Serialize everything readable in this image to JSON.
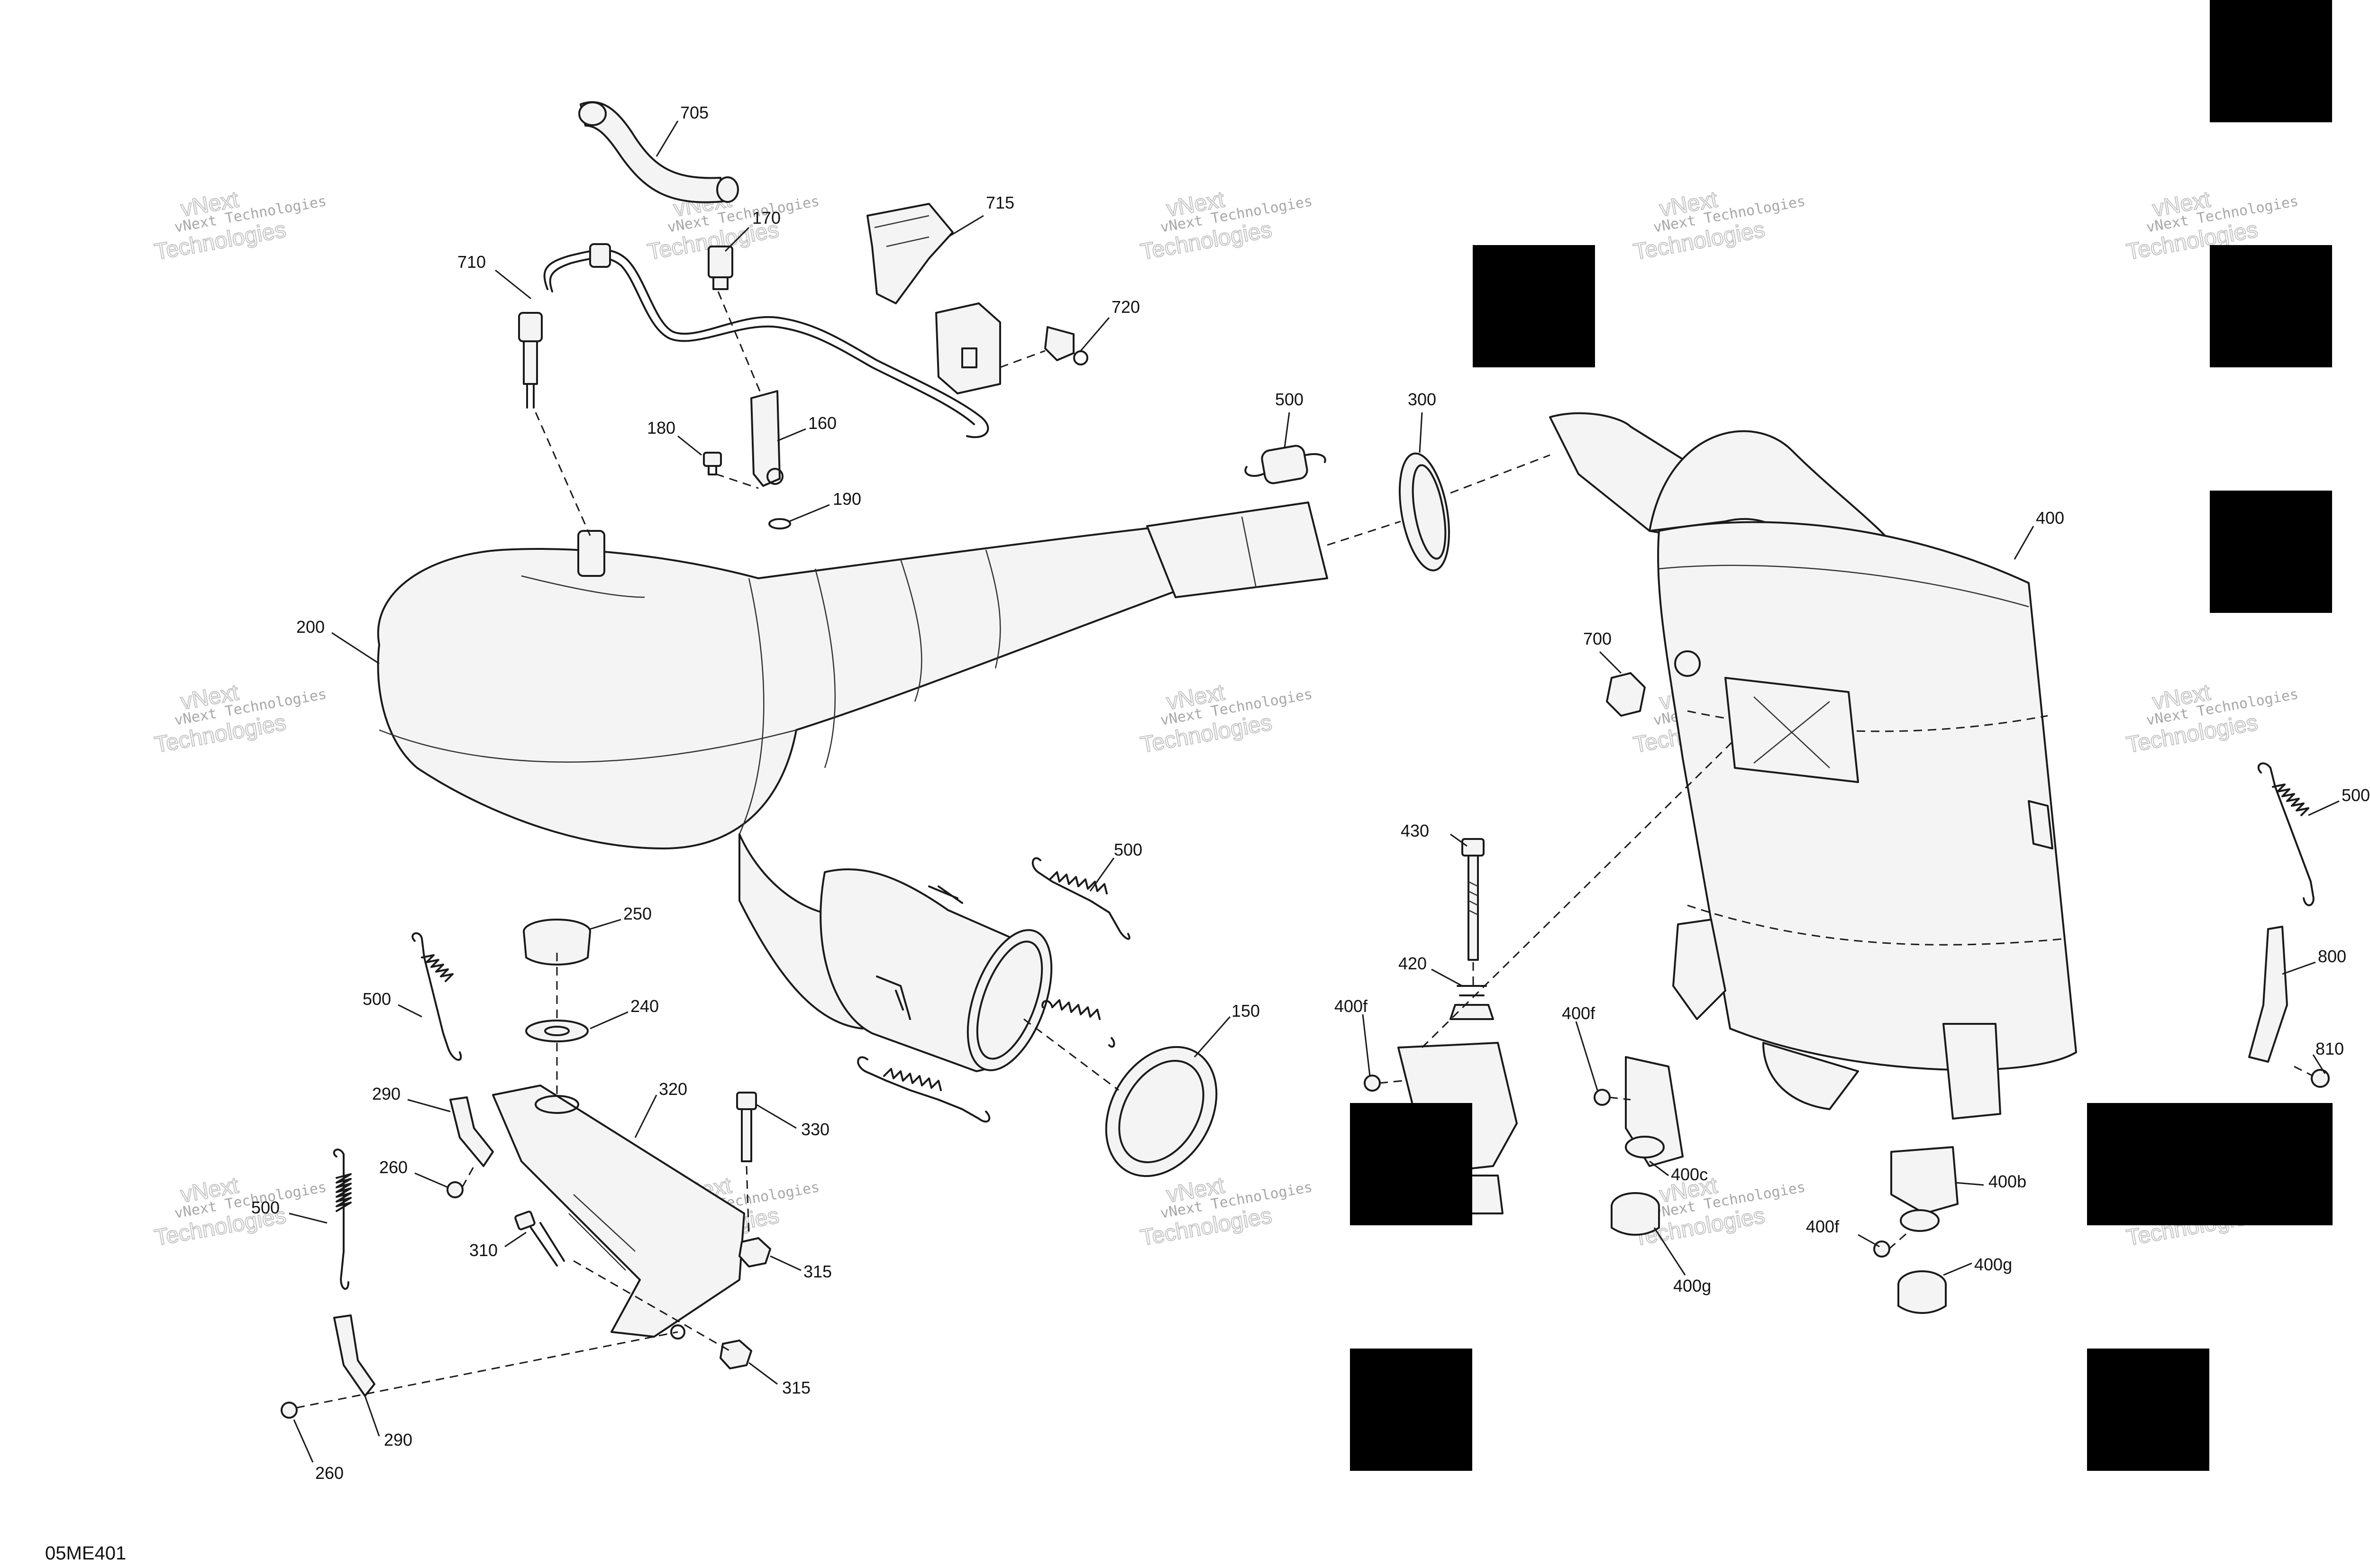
{
  "diagram": {
    "figure_code": "05ME401",
    "callouts": [
      {
        "id": "c705",
        "label": "705"
      },
      {
        "id": "c170",
        "label": "170"
      },
      {
        "id": "c715",
        "label": "715"
      },
      {
        "id": "c710",
        "label": "710"
      },
      {
        "id": "c720",
        "label": "720"
      },
      {
        "id": "c180",
        "label": "180"
      },
      {
        "id": "c160",
        "label": "160"
      },
      {
        "id": "c190",
        "label": "190"
      },
      {
        "id": "c500a",
        "label": "500"
      },
      {
        "id": "c300",
        "label": "300"
      },
      {
        "id": "c400",
        "label": "400"
      },
      {
        "id": "c200",
        "label": "200"
      },
      {
        "id": "c700",
        "label": "700"
      },
      {
        "id": "c500b",
        "label": "500"
      },
      {
        "id": "c500c",
        "label": "500"
      },
      {
        "id": "c250",
        "label": "250"
      },
      {
        "id": "c430",
        "label": "430"
      },
      {
        "id": "c500d",
        "label": "500"
      },
      {
        "id": "c240",
        "label": "240"
      },
      {
        "id": "c420",
        "label": "420"
      },
      {
        "id": "c800",
        "label": "800"
      },
      {
        "id": "c150",
        "label": "150"
      },
      {
        "id": "c400f1",
        "label": "400f"
      },
      {
        "id": "c400f2",
        "label": "400f"
      },
      {
        "id": "c810",
        "label": "810"
      },
      {
        "id": "c290a",
        "label": "290"
      },
      {
        "id": "c320",
        "label": "320"
      },
      {
        "id": "c330",
        "label": "330"
      },
      {
        "id": "c260a",
        "label": "260"
      },
      {
        "id": "c400c",
        "label": "400c"
      },
      {
        "id": "c400b",
        "label": "400b"
      },
      {
        "id": "c500e",
        "label": "500"
      },
      {
        "id": "c310",
        "label": "310"
      },
      {
        "id": "c315a",
        "label": "315"
      },
      {
        "id": "c400f3",
        "label": "400f"
      },
      {
        "id": "c400g1",
        "label": "400g"
      },
      {
        "id": "c400g2",
        "label": "400g"
      },
      {
        "id": "c315b",
        "label": "315"
      },
      {
        "id": "c290b",
        "label": "290"
      },
      {
        "id": "c260b",
        "label": "260"
      }
    ],
    "watermark": {
      "line1": "vNext Technologies",
      "line2": "vNext",
      "line3": "Technologies"
    },
    "colors": {
      "line": "#1a1a1a",
      "redaction": "#000000",
      "watermark": "#8a8a8a"
    }
  }
}
